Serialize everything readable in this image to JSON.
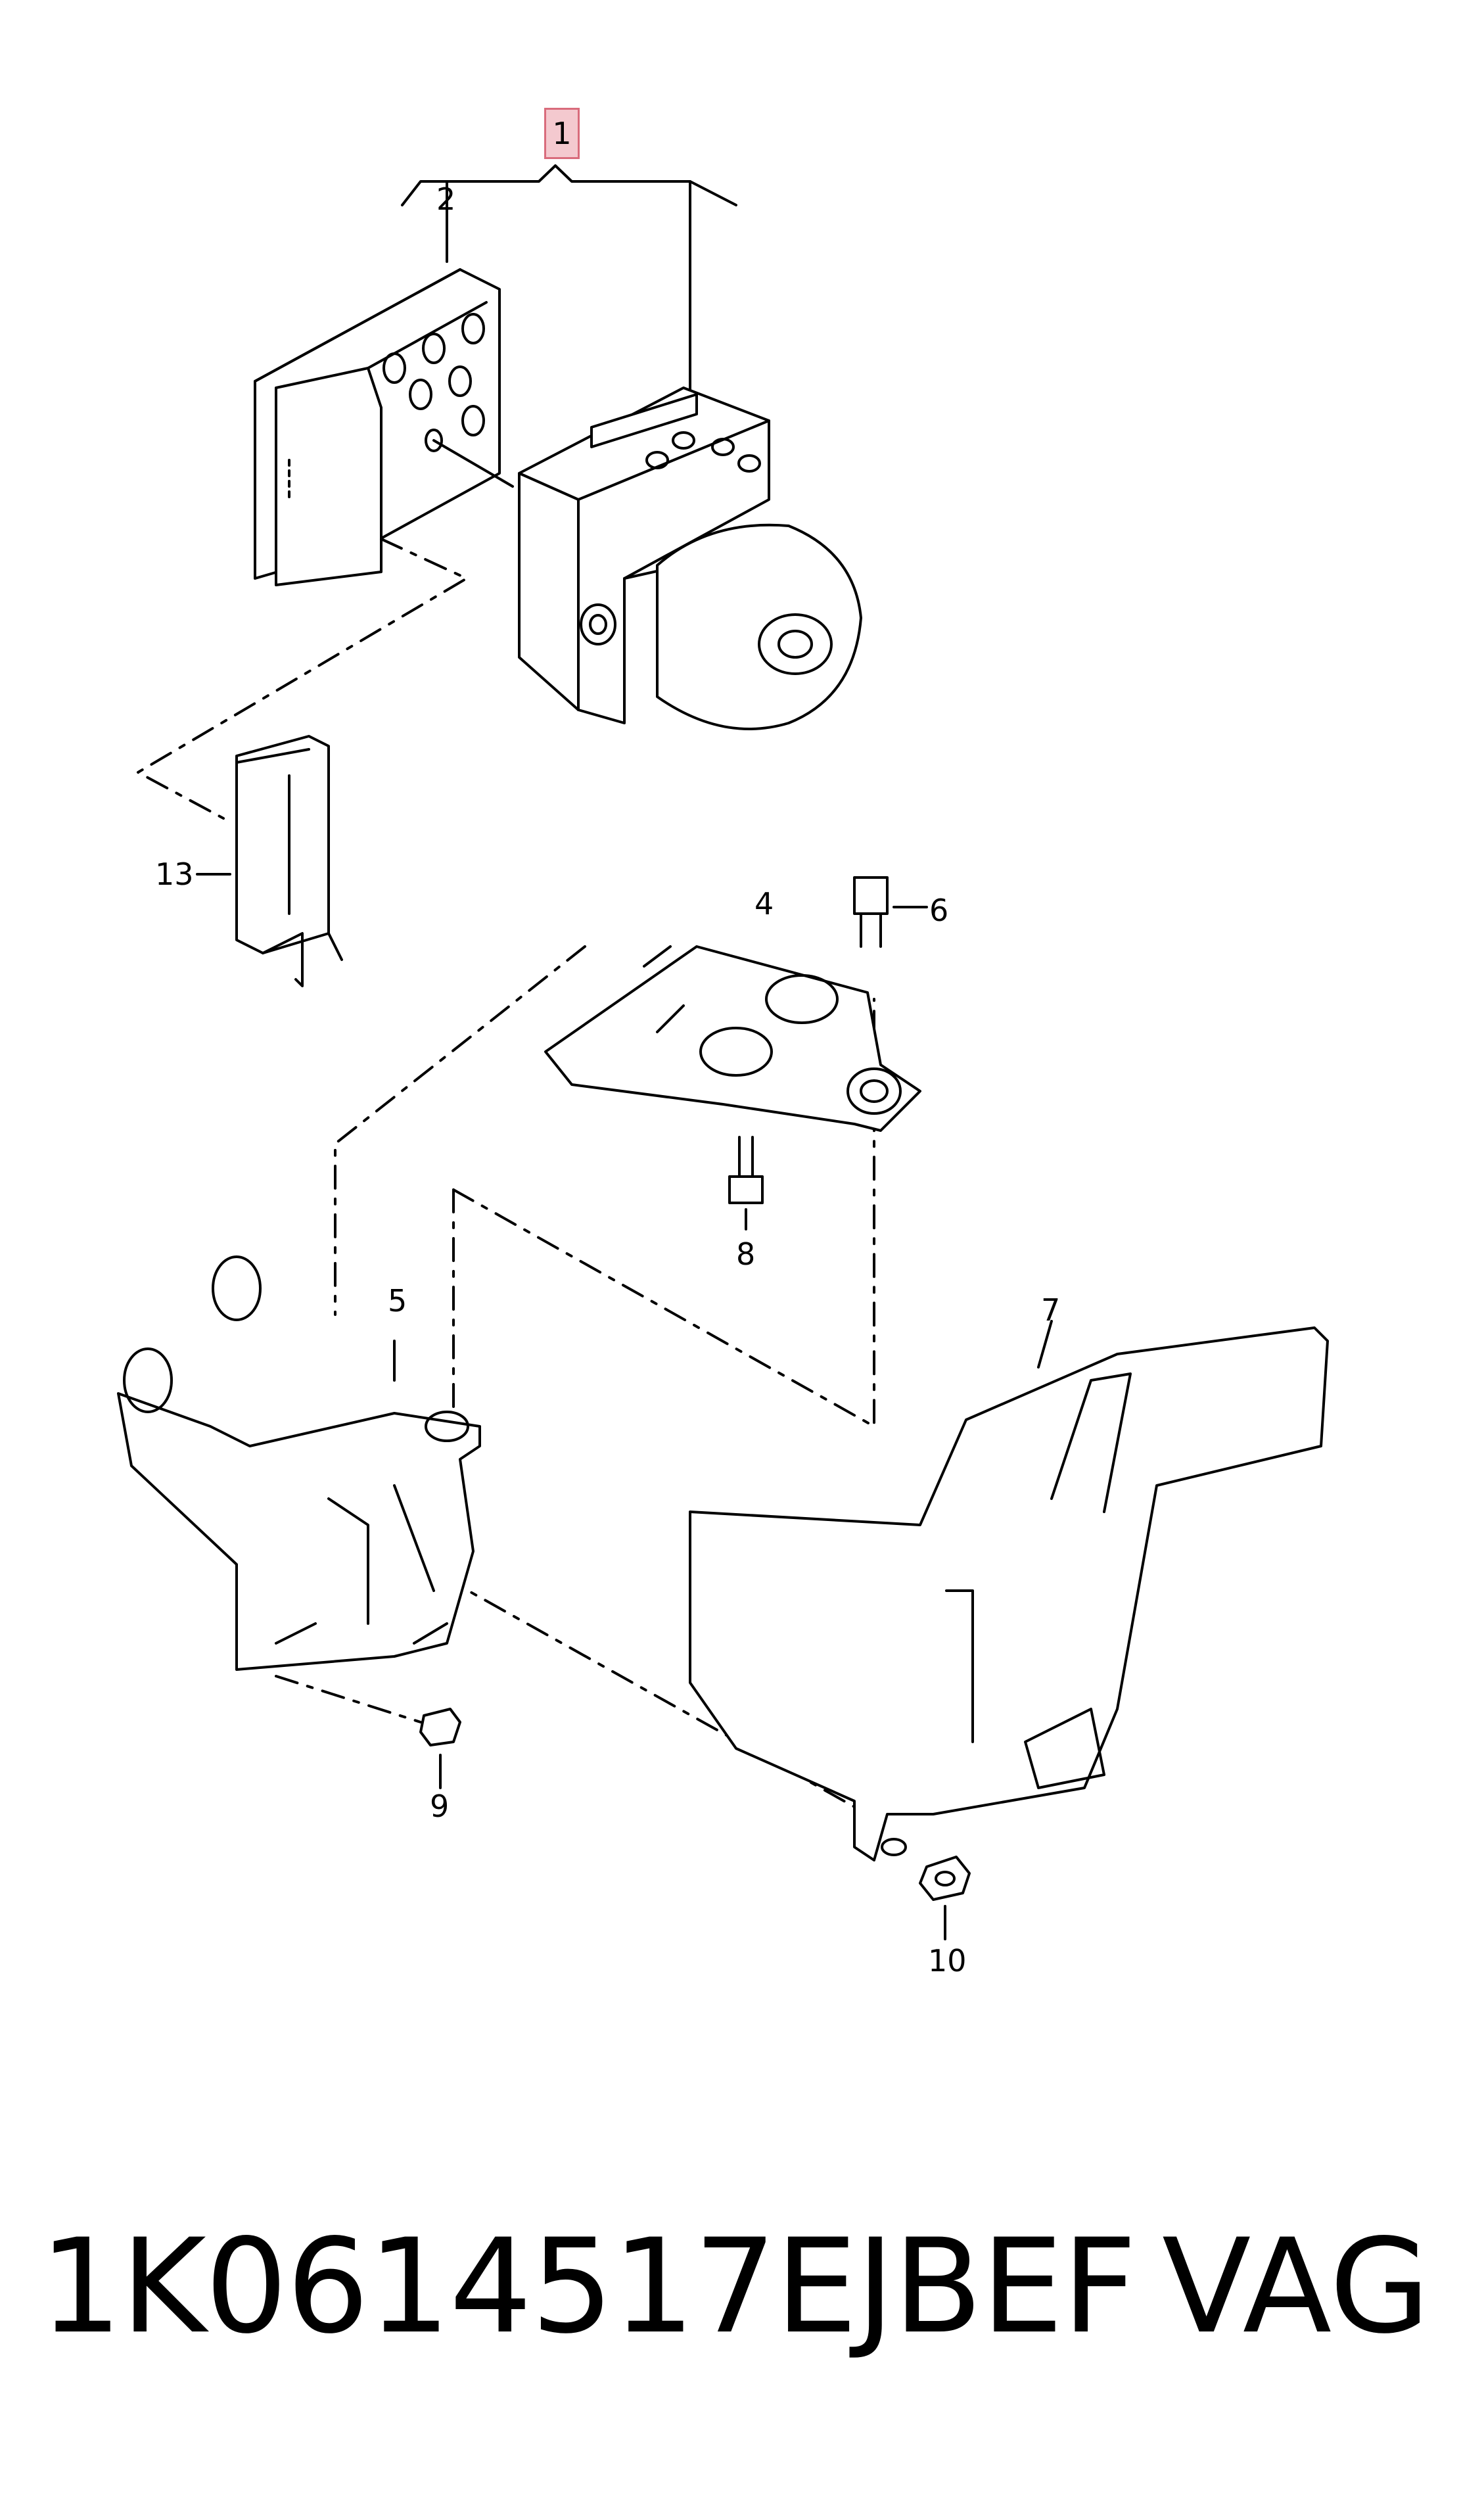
{
  "callouts": {
    "c1": "1",
    "c2": "2",
    "c4": "4",
    "c5": "5",
    "c6": "6",
    "c7": "7",
    "c8": "8",
    "c9": "9",
    "c10": "10",
    "c13": "13"
  },
  "footer": {
    "part_number": "1K0614517EJBEF",
    "brand": "VAG"
  },
  "colors": {
    "line": "#000000",
    "highlight_fill": "#f4c9cf",
    "highlight_border": "#d96c7c"
  }
}
